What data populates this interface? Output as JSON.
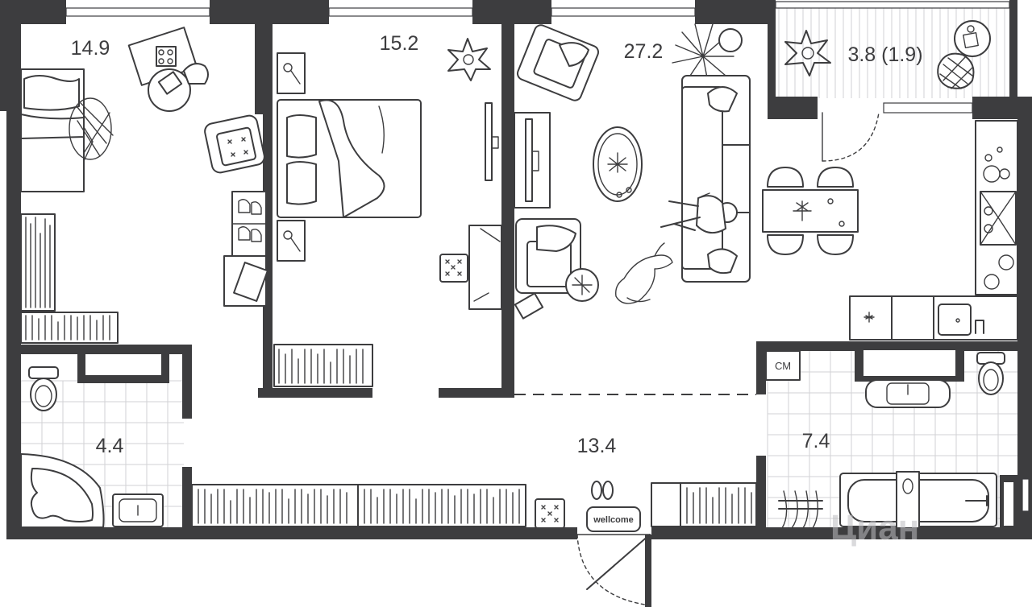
{
  "plan": {
    "rooms": [
      {
        "id": "bedroom-1",
        "area": "14.9"
      },
      {
        "id": "bedroom-2",
        "area": "15.2"
      },
      {
        "id": "living-kitchen",
        "area": "27.2"
      },
      {
        "id": "balcony",
        "area": "3.8 (1.9)"
      },
      {
        "id": "toilet-bath",
        "area": "4.4"
      },
      {
        "id": "hallway",
        "area": "13.4"
      },
      {
        "id": "bathroom",
        "area": "7.4"
      }
    ],
    "labels": {
      "washer": "СМ",
      "doormat": "wellcome"
    },
    "watermark": "Циан",
    "colors": {
      "wall": "#3d3d3f",
      "tile": "#d2d2d4",
      "background": "#ffffff"
    }
  }
}
